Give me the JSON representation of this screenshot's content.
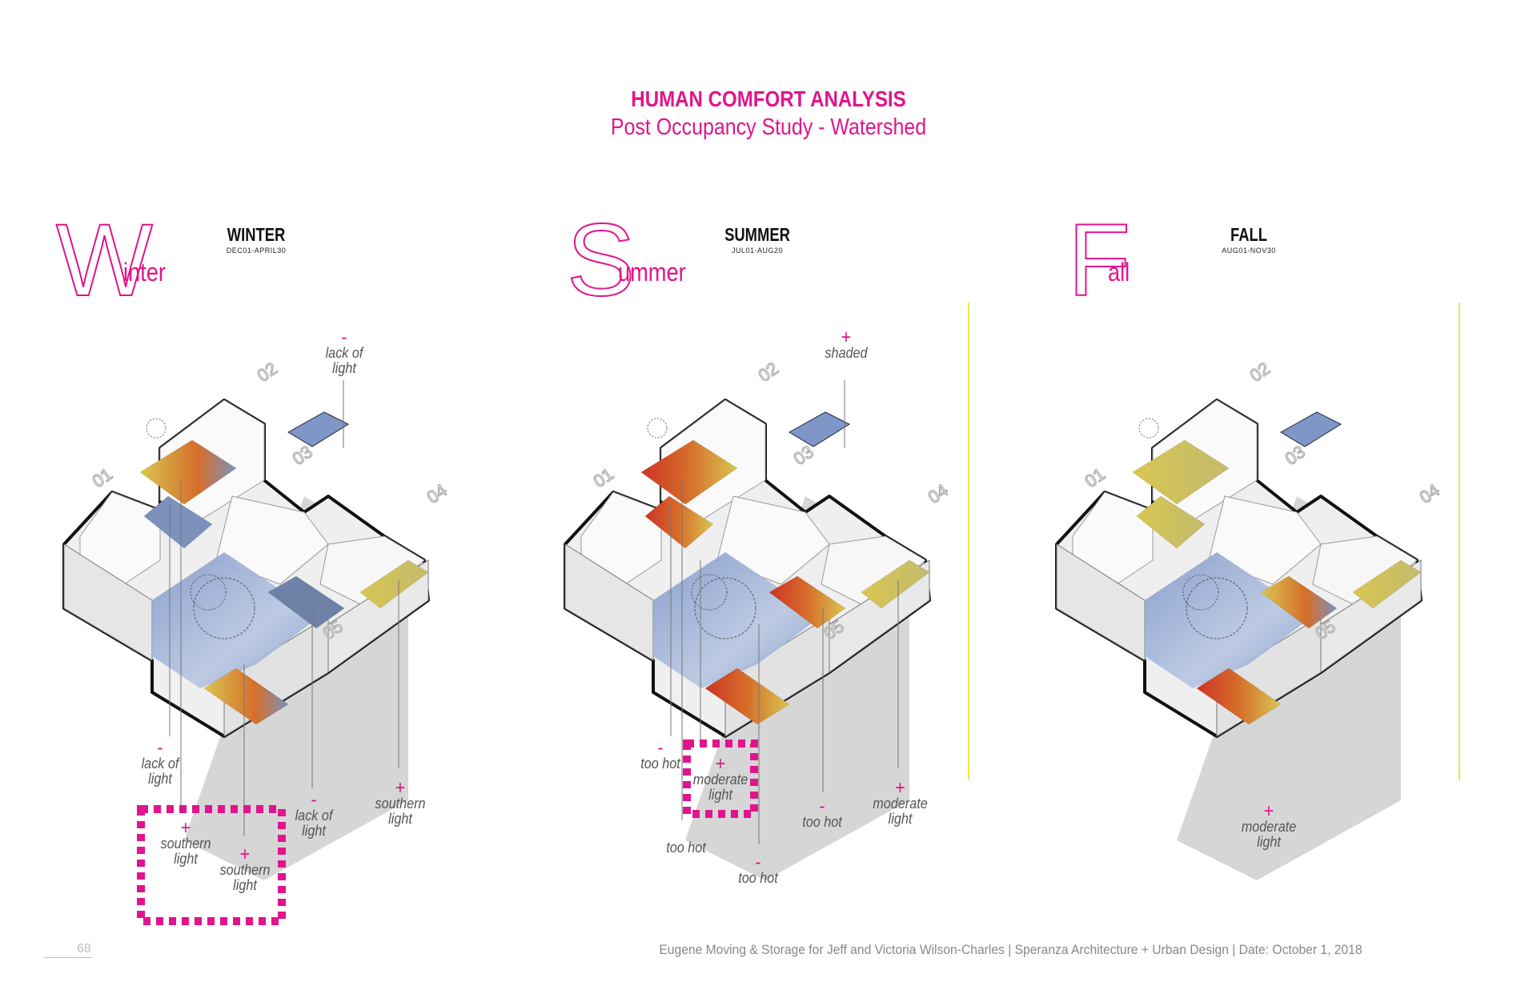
{
  "header": {
    "title": "HUMAN COMFORT ANALYSIS",
    "subtitle": "Post Occupancy Study - Watershed"
  },
  "panels": [
    {
      "big_letter": "W",
      "word_rest": "inter",
      "season": "WINTER",
      "date_range": "DEC01-APRIL30"
    },
    {
      "big_letter": "S",
      "word_rest": "ummer",
      "season": "SUMMER",
      "date_range": "JUL01-AUG20"
    },
    {
      "big_letter": "F",
      "word_rest": "all",
      "season": "FALL",
      "date_range": "AUG01-NOV30"
    }
  ],
  "room_labels": [
    "01",
    "02",
    "03",
    "04",
    "05"
  ],
  "annotations": {
    "winter": [
      {
        "sign": "-",
        "text": "lack of light"
      },
      {
        "sign": "-",
        "text": "lack of light"
      },
      {
        "sign": "+",
        "text": "southern light"
      },
      {
        "sign": "+",
        "text": "southern light"
      },
      {
        "sign": "-",
        "text": "lack of light"
      },
      {
        "sign": "+",
        "text": "southern light"
      }
    ],
    "summer": [
      {
        "sign": "+",
        "text": "shaded"
      },
      {
        "sign": "-",
        "text": "too hot"
      },
      {
        "sign": "+",
        "text": "moderate light"
      },
      {
        "sign": "",
        "text": "too hot"
      },
      {
        "sign": "-",
        "text": "too hot"
      },
      {
        "sign": "-",
        "text": "too hot"
      },
      {
        "sign": "+",
        "text": "moderate light"
      }
    ],
    "fall": [
      {
        "sign": "+",
        "text": "moderate light"
      }
    ]
  },
  "footer": {
    "page_number": "68",
    "credits": "Eugene Moving & Storage for Jeff and Victoria Wilson-Charles  |  Speranza Architecture + Urban Design  |  Date: October 1, 2018"
  },
  "colors": {
    "accent": "#e0148c",
    "guide_line": "#f0e64a",
    "cool": "#7f97c8",
    "warm": "#ee7a2e",
    "hot": "#e33a2a",
    "mild": "#f1dc5a"
  }
}
